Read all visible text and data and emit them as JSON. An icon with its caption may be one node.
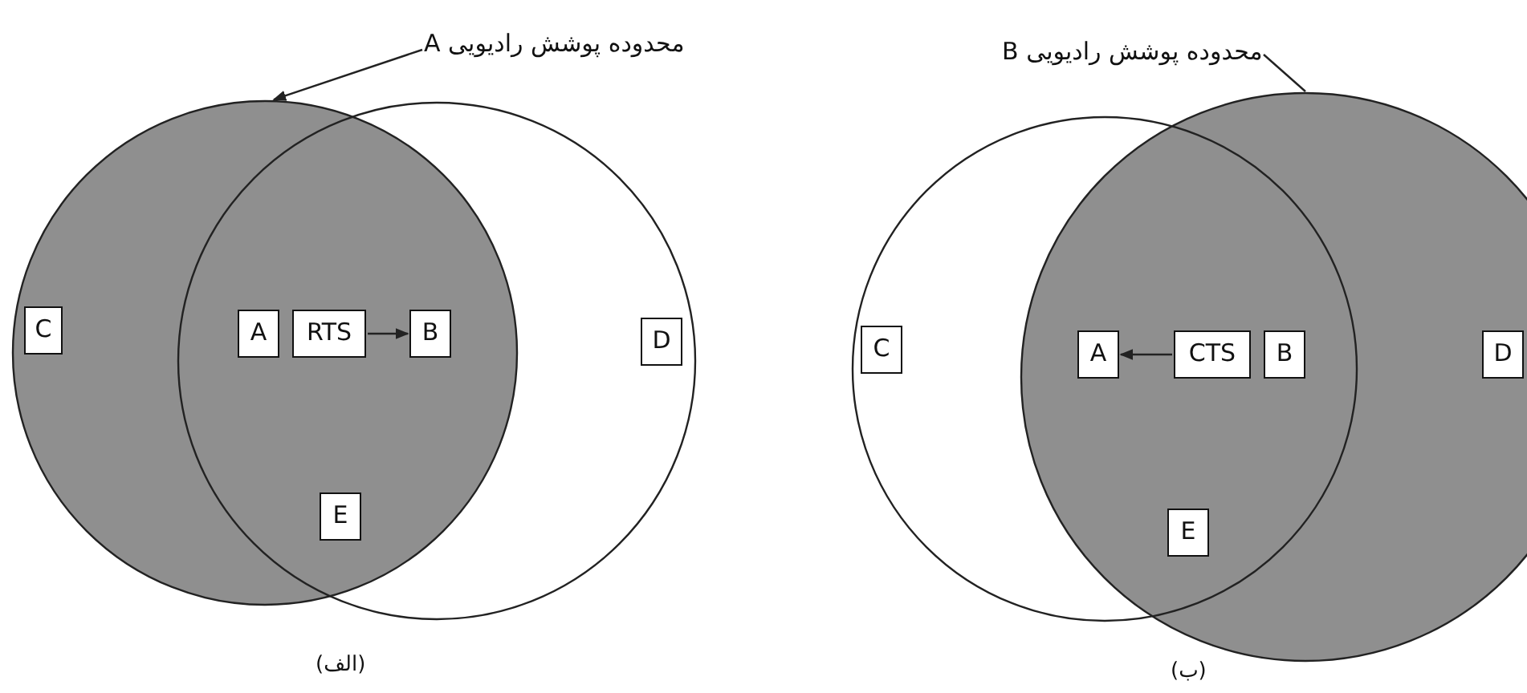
{
  "diagram": {
    "nodes": [
      {
        "text": [
          "محدوده پوشش رادیویی A"
        ]
      },
      {
        "text": [],
        "shape": "circle"
      },
      {
        "text": [],
        "shape": "circle"
      },
      {
        "text": [
          "C"
        ],
        "in": 1
      },
      {
        "text": [
          "A"
        ]
      },
      {
        "text": [
          "RTS"
        ]
      },
      {
        "text": [
          "B"
        ]
      },
      {
        "text": [
          "D"
        ],
        "in": 2
      },
      {
        "text": [
          "E"
        ]
      },
      {
        "text": [
          "محدوده پوشش رادیویی B"
        ]
      },
      {
        "text": [],
        "shape": "circle"
      },
      {
        "text": [],
        "shape": "circle"
      },
      {
        "text": [
          "C"
        ],
        "in": 10
      },
      {
        "text": [
          "A"
        ]
      },
      {
        "text": [
          "CTS"
        ]
      },
      {
        "text": [
          "B"
        ]
      },
      {
        "text": [
          "D"
        ],
        "in": 11
      },
      {
        "text": [
          "E"
        ]
      }
    ],
    "edges": [
      {
        "from": 0,
        "to": 1,
        "arrow": "to"
      },
      {
        "from": 5,
        "to": 6,
        "arrow": "to"
      },
      {
        "from": 9,
        "to": 11,
        "arrow": "none"
      },
      {
        "from": 14,
        "to": 13,
        "arrow": "to"
      }
    ],
    "labels": [
      "(الف)",
      "(ب)"
    ]
  }
}
